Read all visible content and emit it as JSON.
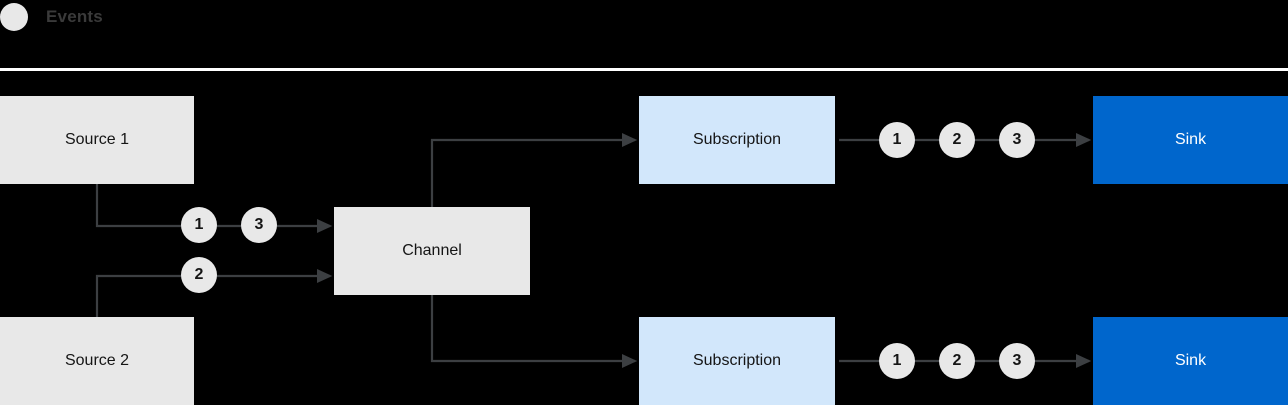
{
  "legend": {
    "icon": "event-circle-icon",
    "label": "Events"
  },
  "diagram": {
    "type": "flow",
    "nodes": [
      {
        "id": "source1",
        "label": "Source 1",
        "kind": "source"
      },
      {
        "id": "source2",
        "label": "Source 2",
        "kind": "source"
      },
      {
        "id": "channel",
        "label": "Channel",
        "kind": "channel"
      },
      {
        "id": "sub1",
        "label": "Subscription",
        "kind": "subscription"
      },
      {
        "id": "sub2",
        "label": "Subscription",
        "kind": "subscription"
      },
      {
        "id": "sink1",
        "label": "Sink",
        "kind": "sink"
      },
      {
        "id": "sink2",
        "label": "Sink",
        "kind": "sink"
      }
    ],
    "tokens": {
      "source1_to_channel": [
        "1",
        "3"
      ],
      "source2_to_channel": [
        "2"
      ],
      "sub1_to_sink1": [
        "1",
        "2",
        "3"
      ],
      "sub2_to_sink2": [
        "1",
        "2",
        "3"
      ]
    },
    "colors": {
      "background": "#000000",
      "source_fill": "#e8e8e8",
      "channel_fill": "#e8e8e8",
      "subscription_fill": "#d2e7fb",
      "sink_fill": "#0066cc",
      "sink_text": "#ffffff",
      "token_fill": "#e8e8e8",
      "arrow": "#3c3f42",
      "divider": "#ffffff"
    }
  }
}
